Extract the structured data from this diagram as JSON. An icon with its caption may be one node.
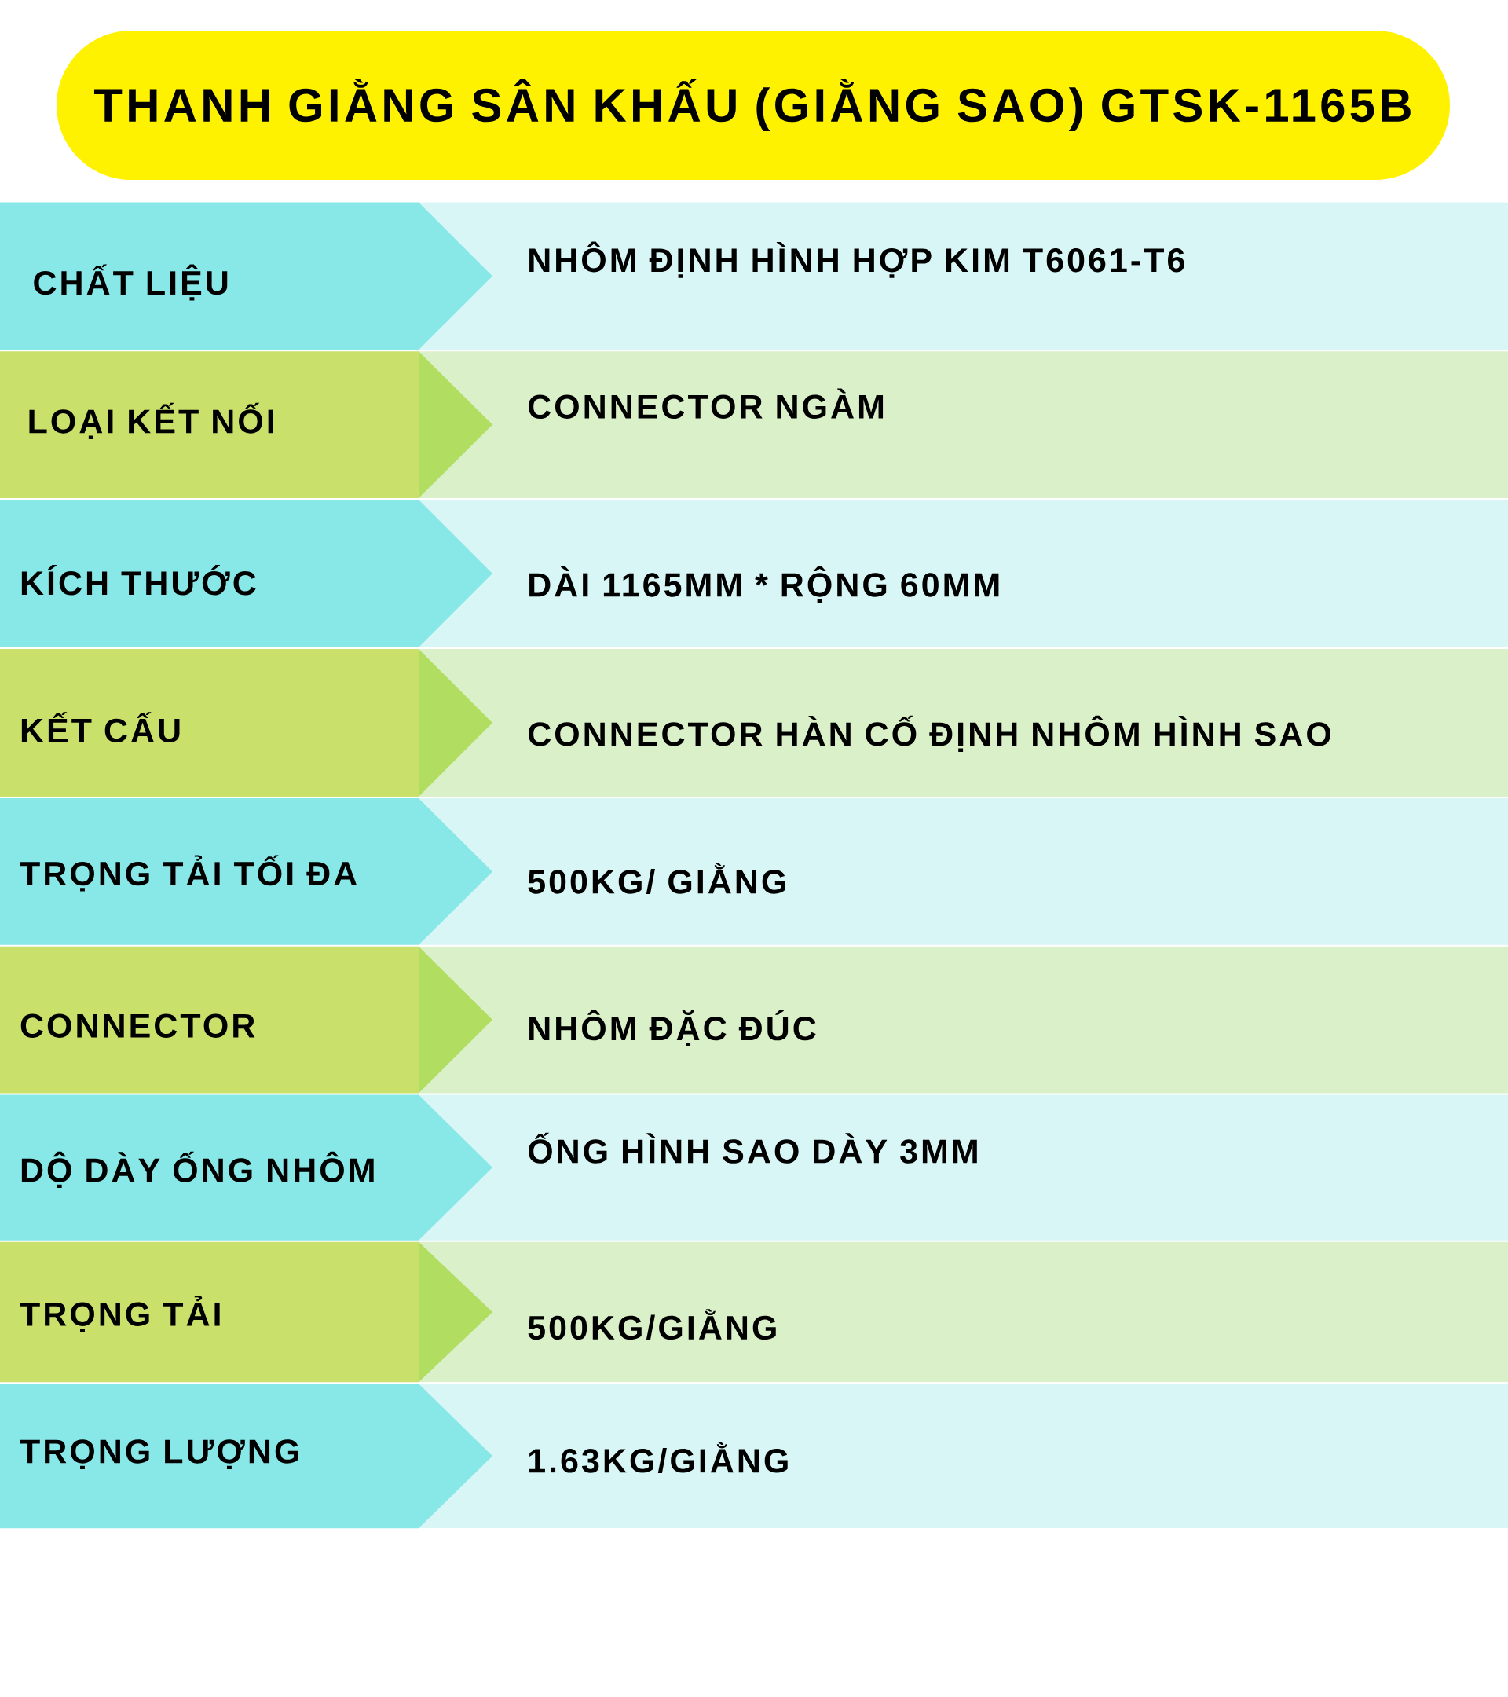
{
  "diagram": {
    "title": "THANH GIẰNG SÂN KHẤU (GIẰNG SAO) GTSK-1165B",
    "nodes": [
      {
        "text": [
          "CHẤT LIỆU"
        ]
      },
      {
        "text": [
          "NHÔM ĐỊNH HÌNH HỢP KIM T6061-T6"
        ]
      },
      {
        "text": [
          "LOẠI KẾT NỐI"
        ]
      },
      {
        "text": [
          "CONNECTOR NGÀM"
        ]
      },
      {
        "text": [
          "KÍCH THƯỚC"
        ]
      },
      {
        "text": [
          "DÀI 1165MM * RỘNG 60MM"
        ]
      },
      {
        "text": [
          "KẾT CẤU"
        ]
      },
      {
        "text": [
          "CONNECTOR HÀN CỐ ĐỊNH NHÔM HÌNH SAO"
        ]
      },
      {
        "text": [
          "TRỌNG TẢI TỐI ĐA"
        ]
      },
      {
        "text": [
          "500KG/ GIẰNG"
        ]
      },
      {
        "text": [
          "CONNECTOR"
        ]
      },
      {
        "text": [
          "NHÔM ĐẶC ĐÚC"
        ]
      },
      {
        "text": [
          "DỘ DÀY ỐNG NHÔM"
        ]
      },
      {
        "text": [
          "ỐNG HÌNH SAO DÀY 3MM"
        ]
      },
      {
        "text": [
          "TRỌNG TẢI"
        ]
      },
      {
        "text": [
          "500KG/GIẰNG"
        ]
      },
      {
        "text": [
          "TRỌNG LƯỢNG"
        ]
      },
      {
        "text": [
          "1.63KG/GIẰNG"
        ]
      }
    ]
  }
}
